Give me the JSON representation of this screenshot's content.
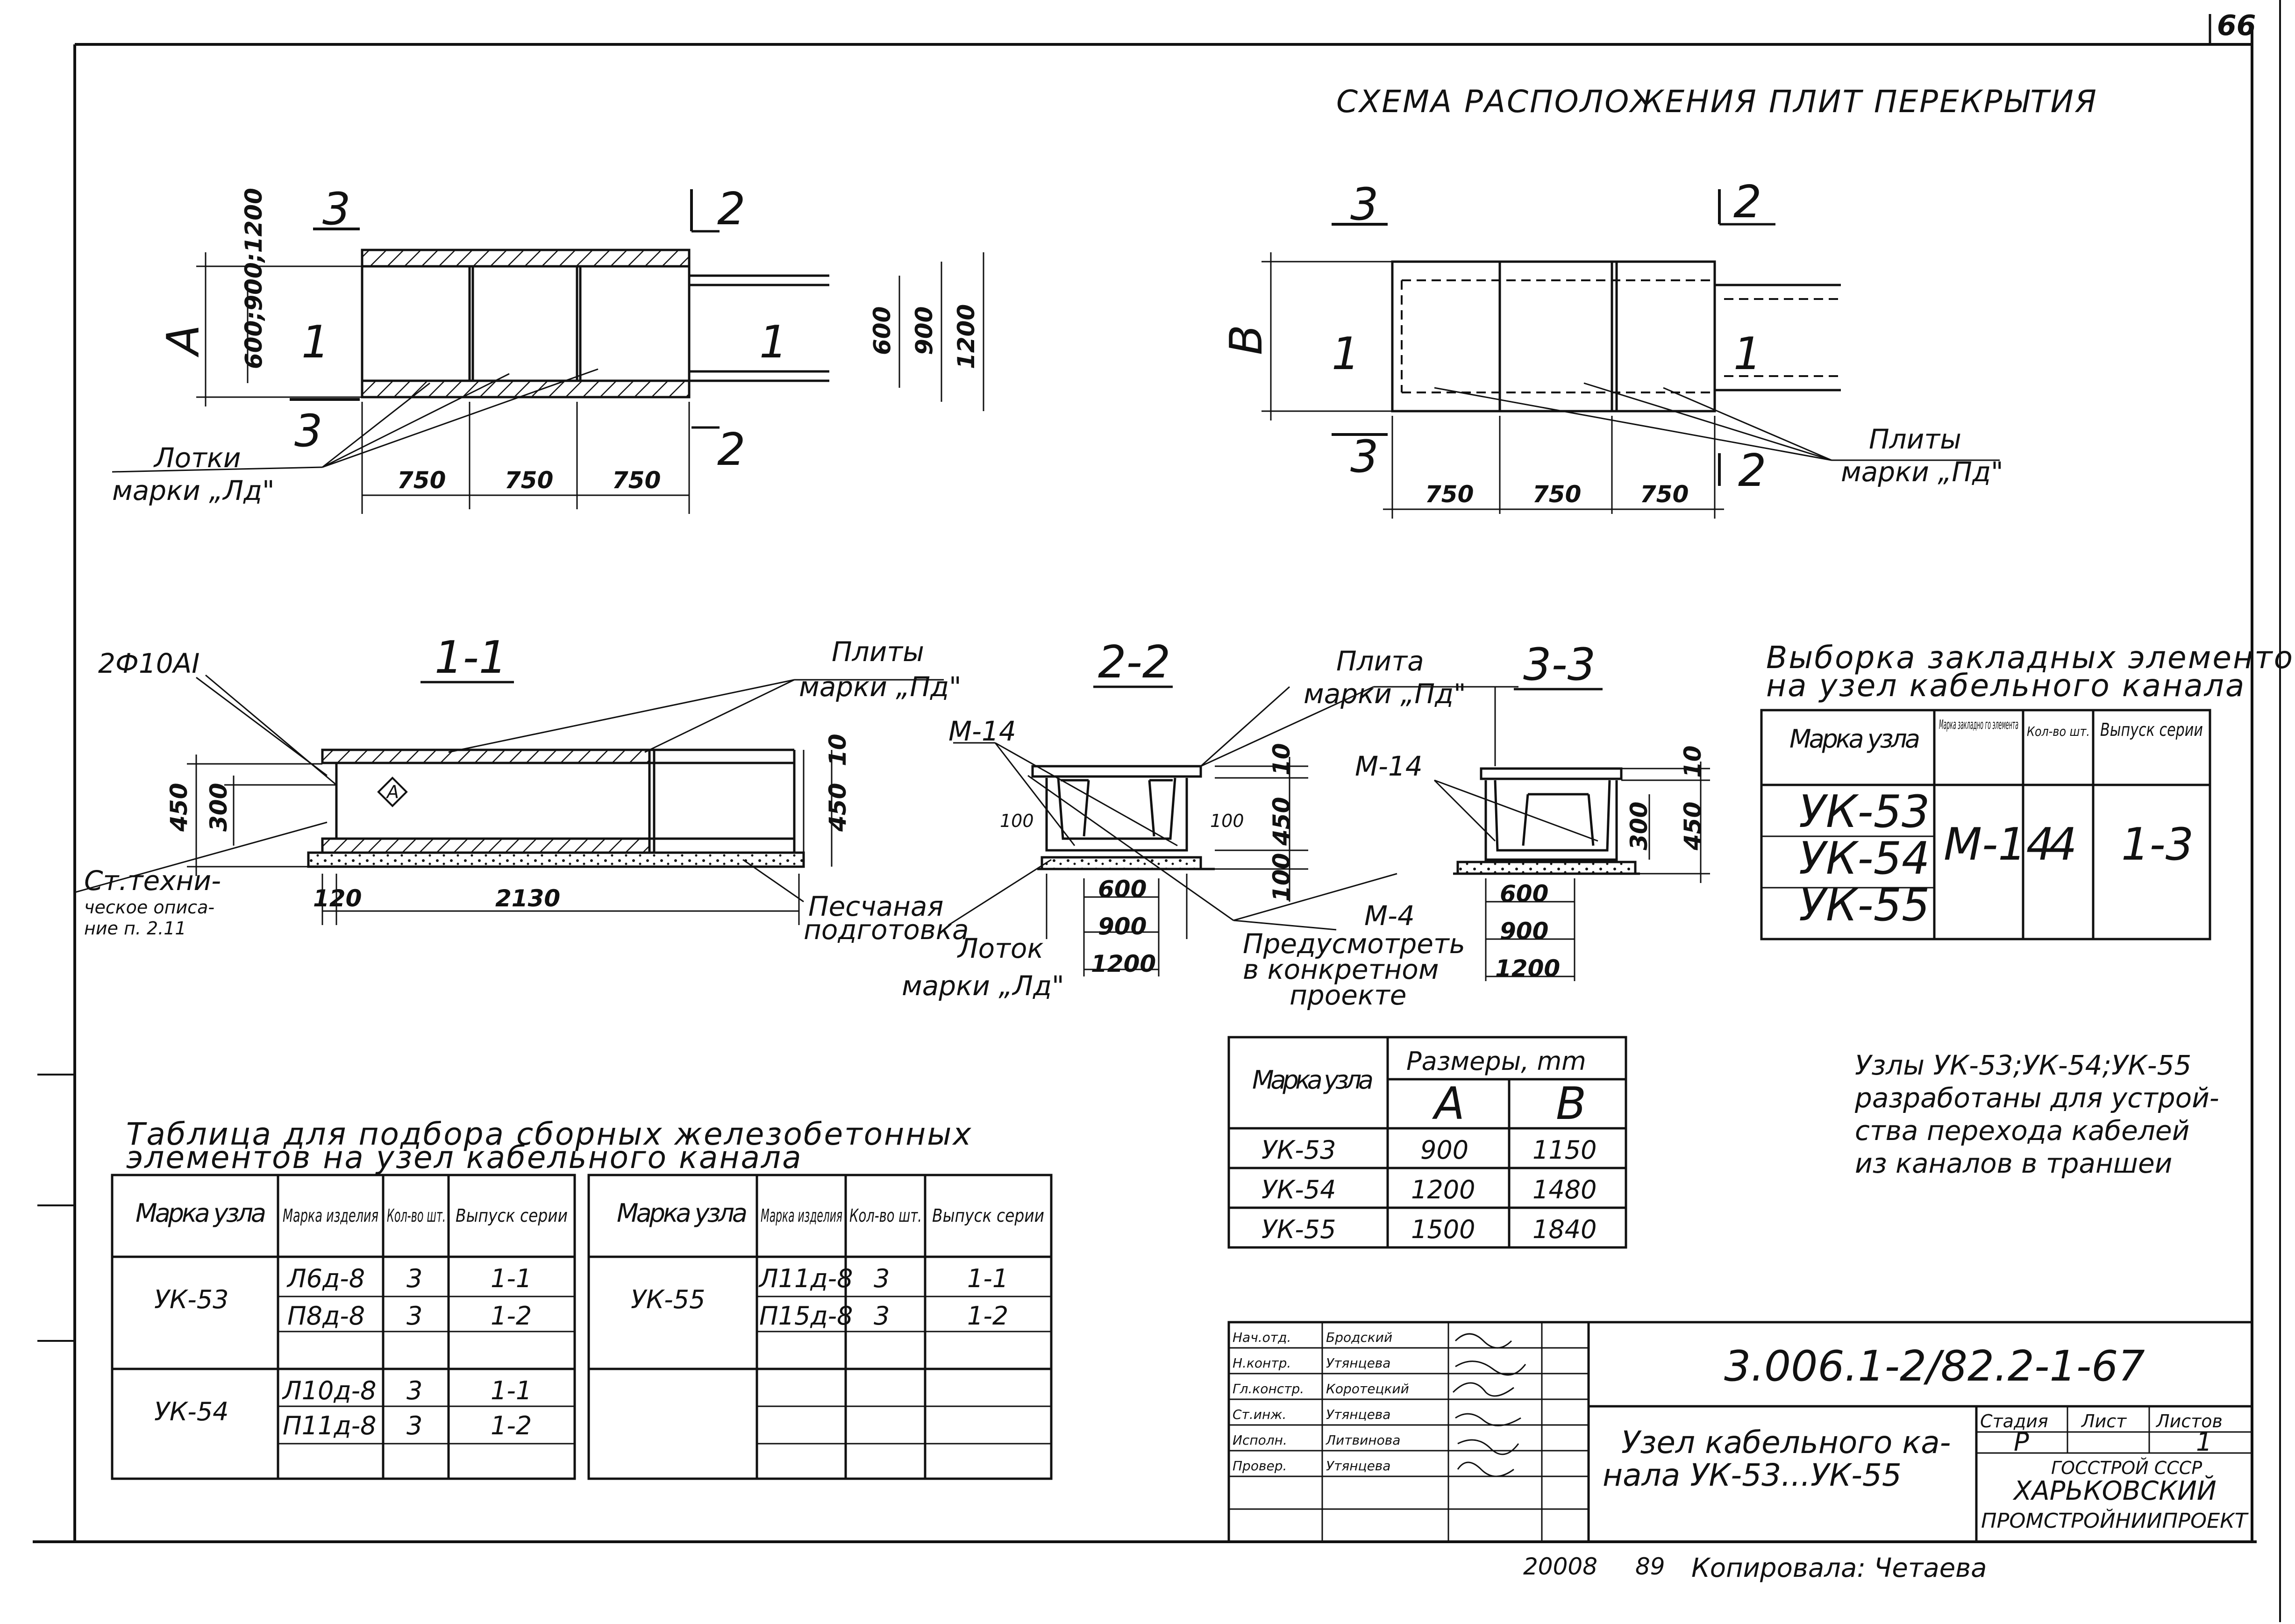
{
  "sheet_number": "66",
  "scheme_title": "СХЕМА РАСПОЛОЖЕНИЯ ПЛИТ ПЕРЕКРЫТИЯ",
  "plan_left": {
    "dim_A": "A",
    "dim_vert": "600;900;1200",
    "dims_bottom": [
      "750",
      "750",
      "750"
    ],
    "dims_right": [
      "600",
      "900",
      "1200"
    ],
    "cut_1": "1",
    "cut_2": "2",
    "cut_3": "3",
    "callout_label": "Лотки",
    "callout_mark": "марки „Лд\""
  },
  "plan_right": {
    "dim_B": "B",
    "dims_bottom": [
      "750",
      "750",
      "750"
    ],
    "cut_1": "1",
    "cut_2": "2",
    "cut_3": "3",
    "callout_label": "Плиты",
    "callout_mark": "марки „Пд\""
  },
  "section_11": {
    "title": "1-1",
    "rebar": "2Ф10АI",
    "slab_label": "Плиты",
    "slab_mark": "марки „Пд\"",
    "steel_note": [
      "Ст.техни-",
      "ческое описа-",
      "ние п. 2.11"
    ],
    "sand_label": [
      "Песчаная",
      "подготовка"
    ],
    "dims": [
      "450",
      "300",
      "10",
      "450",
      "120",
      "2130"
    ],
    "marker": "A"
  },
  "section_22": {
    "title": "2-2",
    "m14": "М-14",
    "tray_label": "Лоток",
    "tray_mark": "марки „Лд\"",
    "dims": [
      "10",
      "450",
      "100",
      "100",
      "100",
      "600",
      "900",
      "1200"
    ]
  },
  "section_33": {
    "title": "3-3",
    "plate_label": "Плита",
    "plate_mark": "марки „Пд\"",
    "m14": "М-14",
    "m4": "М-4",
    "provide_note": [
      "Предусмотреть",
      "в конкретном",
      "проекте"
    ],
    "dims": [
      "10",
      "300",
      "450",
      "600",
      "900",
      "1200"
    ]
  },
  "embedded_table": {
    "title": [
      "Выборка закладных элементов",
      "на узел кабельного канала"
    ],
    "headers": [
      "Марка узла",
      "Марка закладно го элемента",
      "Кол-во шт.",
      "Выпуск серии"
    ],
    "nodes": [
      "УК-53",
      "УК-54",
      "УК-55"
    ],
    "element": "М-14",
    "qty": "4",
    "series": "1-3"
  },
  "sizes_table": {
    "header_node": "Марка узла",
    "header_sizes": "Размеры, mm",
    "header_a": "A",
    "header_b": "B",
    "rows": [
      {
        "node": "УК-53",
        "a": "900",
        "b": "1150"
      },
      {
        "node": "УК-54",
        "a": "1200",
        "b": "1480"
      },
      {
        "node": "УК-55",
        "a": "1500",
        "b": "1840"
      }
    ]
  },
  "note": [
    "Узлы УК-53;УК-54;УК-55",
    "разработаны для устрой-",
    "ства перехода кабелей",
    "из каналов в траншеи"
  ],
  "selection_table": {
    "title": [
      "Таблица для подбора сборных железобетонных",
      "элементов на узел кабельного канала"
    ],
    "headers": [
      "Марка узла",
      "Марка изделия",
      "Кол-во шт.",
      "Выпуск серии"
    ],
    "left_groups": [
      {
        "node": "УК-53",
        "rows": [
          [
            "Л6д-8",
            "3",
            "1-1"
          ],
          [
            "П8д-8",
            "3",
            "1-2"
          ]
        ]
      },
      {
        "node": "УК-54",
        "rows": [
          [
            "Л10д-8",
            "3",
            "1-1"
          ],
          [
            "П11д-8",
            "3",
            "1-2"
          ]
        ]
      }
    ],
    "right_groups": [
      {
        "node": "УК-55",
        "rows": [
          [
            "Л11д-8",
            "3",
            "1-1"
          ],
          [
            "П15д-8",
            "3",
            "1-2"
          ]
        ]
      }
    ]
  },
  "title_block": {
    "code": "3.006.1-2/82.2-1-67",
    "roles": [
      "Нач.отд.",
      "Н.контр.",
      "Гл.констр.",
      "Ст.инж.",
      "Исполн.",
      "Провер."
    ],
    "names": [
      "Бродский",
      "Утянцева",
      "Коротецкий",
      "Утянцева",
      "Литвинова",
      "Утянцева"
    ],
    "name_lines": [
      "Узел кабельного ка-",
      "нала УК-53...УК-55"
    ],
    "stage_h": "Стадия",
    "sheet_h": "Лист",
    "sheets_h": "Листов",
    "stage": "Р",
    "sheets": "1",
    "org": [
      "ГОССТРОЙ СССР",
      "ХАРЬКОВСКИЙ",
      "ПРОМСТРОЙНИИПРОЕКТ"
    ]
  },
  "footer": {
    "num": "20008",
    "year": "89",
    "copied": "Копировала: Четаева"
  }
}
